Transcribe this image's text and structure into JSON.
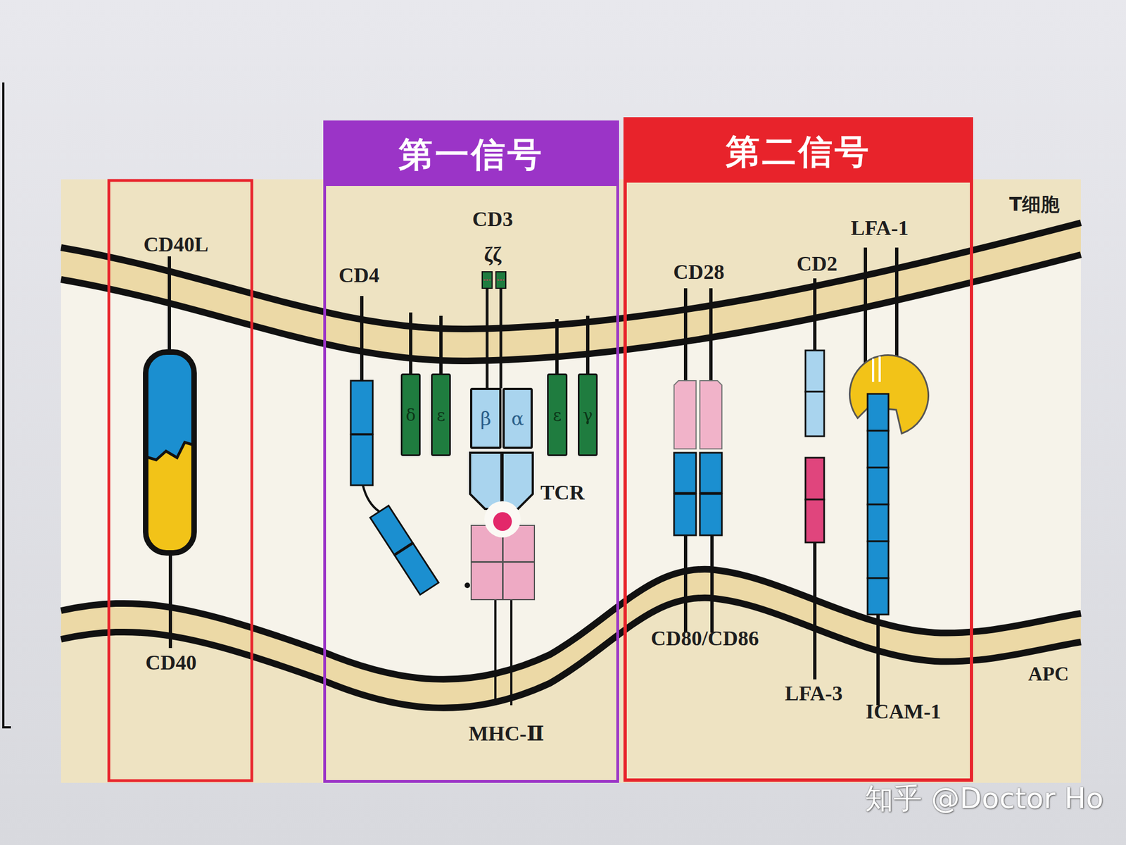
{
  "diagram": {
    "nodes": [
      {
        "text": [
          "第一信号"
        ]
      },
      {
        "text": [
          "第二信号"
        ]
      },
      {
        "text": [
          "δ"
        ],
        "in": 0
      },
      {
        "text": [
          "ε"
        ],
        "in": 0
      },
      {
        "text": [
          "β"
        ],
        "in": 0
      },
      {
        "text": [
          "α"
        ],
        "in": 0
      },
      {
        "text": [
          "ε"
        ],
        "in": 0
      },
      {
        "text": [
          "γ"
        ],
        "in": 0
      }
    ],
    "labels": [
      "T细胞",
      "CD40L",
      "CD4",
      "CD3",
      "ζζ",
      "TCR",
      "CD28",
      "CD2",
      "LFA-1",
      "CD40",
      "MHC-Ⅱ",
      "CD80/CD86",
      "LFA-3",
      "ICAM-1",
      "APC",
      "知乎 @Doctor Ho"
    ]
  }
}
